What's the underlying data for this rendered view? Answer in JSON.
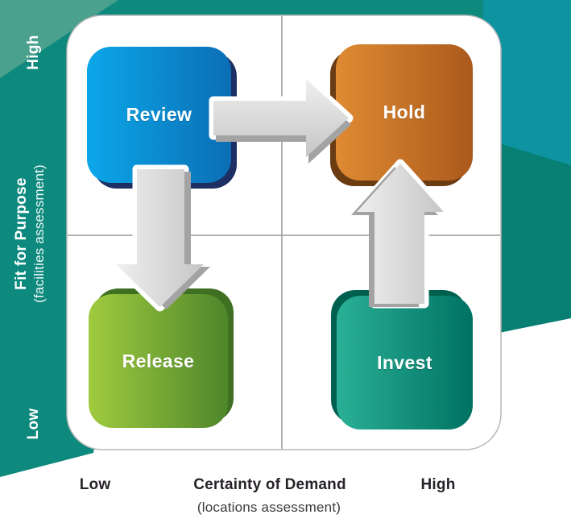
{
  "axes": {
    "y": {
      "title": "Fit for Purpose",
      "subtitle": "(facilities assessment)",
      "high": "High",
      "low": "Low"
    },
    "x": {
      "title": "Certainty of Demand",
      "subtitle": "(locations assessment)",
      "low": "Low",
      "high": "High"
    }
  },
  "quadrants": [
    {
      "name": "review",
      "label": "Review",
      "position": "top-left",
      "gradient_start": "#0ba7e9",
      "gradient_end": "#0b6eb5",
      "shadow_color": "#1d2f63"
    },
    {
      "name": "hold",
      "label": "Hold",
      "position": "top-right",
      "gradient_start": "#df8b33",
      "gradient_end": "#ab591c",
      "shadow_color": "#6b3c12"
    },
    {
      "name": "release",
      "label": "Release",
      "position": "bottom-left",
      "gradient_start": "#a0cb3f",
      "gradient_end": "#4e862a",
      "shadow_color": "#3f7022"
    },
    {
      "name": "invest",
      "label": "Invest",
      "position": "bottom-right",
      "gradient_start": "#2ab096",
      "gradient_end": "#007263",
      "shadow_color": "#00604f"
    }
  ],
  "arrows": [
    {
      "name": "review-to-hold",
      "from": "Review",
      "to": "Hold",
      "direction": "right"
    },
    {
      "name": "review-to-release",
      "from": "Review",
      "to": "Release",
      "direction": "down"
    },
    {
      "name": "invest-to-hold",
      "from": "Invest",
      "to": "Hold",
      "direction": "up"
    }
  ],
  "colors": {
    "teal_left": "#0d897e",
    "teal_left_accent": "#4aa18e",
    "teal_right_dark": "#077f73",
    "teal_right_light": "#0e94a1",
    "card_bg": "#ffffff",
    "card_border": "#b9b9b9",
    "grid_line": "#9a9a9a",
    "arrow_face_light": "#efefef",
    "arrow_face_dark": "#c6c6c6",
    "arrow_side": "#a3a3a3",
    "arrow_halo": "#ffffff"
  }
}
